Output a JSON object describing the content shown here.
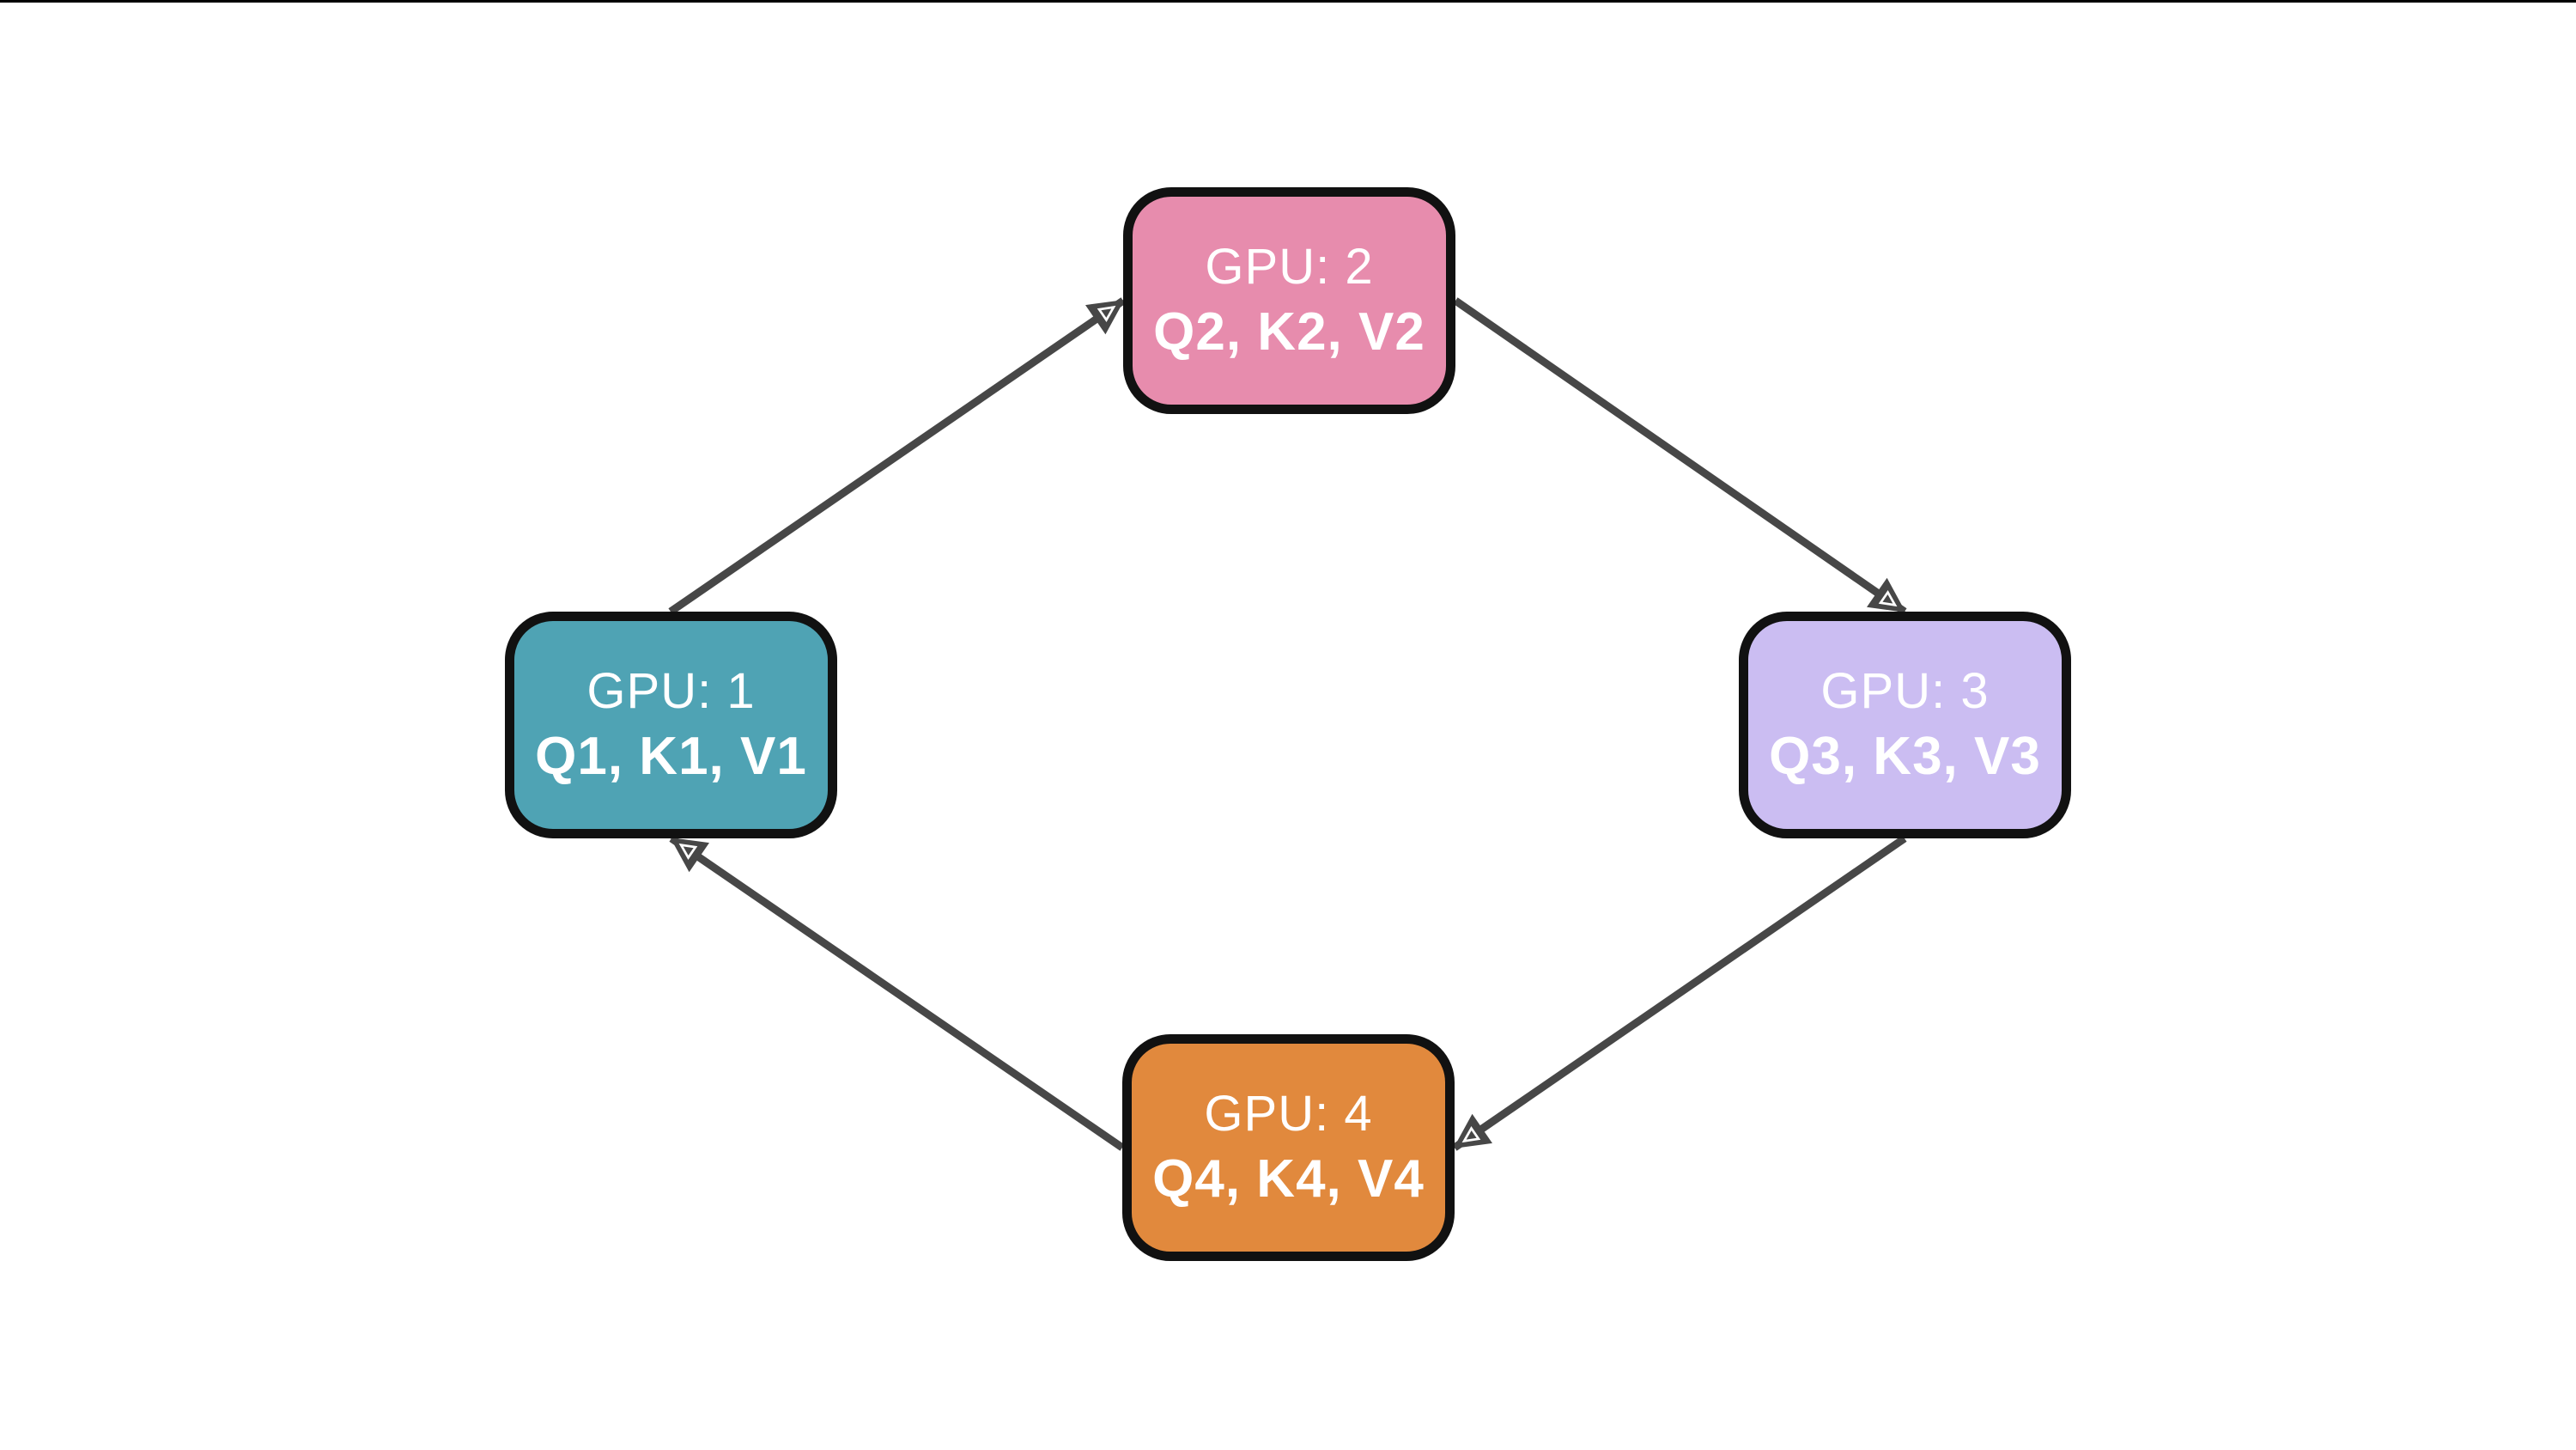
{
  "diagram": {
    "background": "#FFFFFF",
    "top_line_color": "#000000",
    "border_color": "#111111",
    "arrow_color": "#474747",
    "arrowhead_inner_color": "#FFFFFF",
    "text_color": "#FFFFFF",
    "nodes": [
      {
        "id": "gpu1",
        "label": "GPU: 1",
        "data_label": "Q1, K1, V1",
        "color": "#4FA3B4"
      },
      {
        "id": "gpu2",
        "label": "GPU: 2",
        "data_label": "Q2, K2, V2",
        "color": "#E78CAD"
      },
      {
        "id": "gpu3",
        "label": "GPU: 3",
        "data_label": "Q3, K3, V3",
        "color": "#CBBDF2"
      },
      {
        "id": "gpu4",
        "label": "GPU: 4",
        "data_label": "Q4, K4, V4",
        "color": "#E1893D"
      }
    ],
    "edges": [
      {
        "from": "gpu1",
        "to": "gpu2"
      },
      {
        "from": "gpu2",
        "to": "gpu3"
      },
      {
        "from": "gpu3",
        "to": "gpu4"
      },
      {
        "from": "gpu4",
        "to": "gpu1"
      }
    ]
  }
}
